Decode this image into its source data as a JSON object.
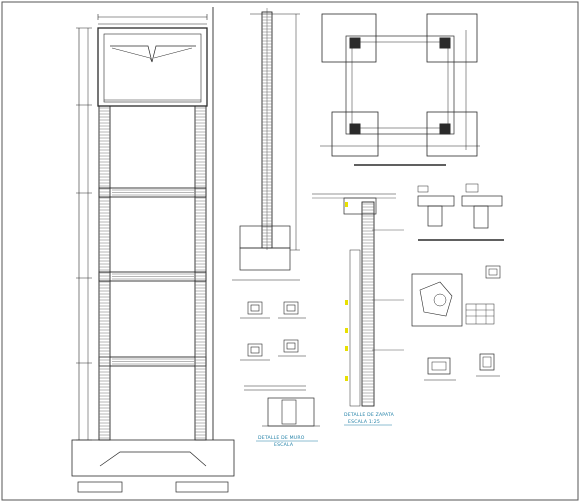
{
  "titles": {
    "wall_detail": "DETALLE DE MURO",
    "wall_detail_scale": "ESCALA",
    "foot_detail": "DETALLE DE ZAPATA",
    "foot_detail_scale": "ESCALA 1:25"
  },
  "colors": {
    "line": "#2b2b2b",
    "hatch": "#6e6e6e",
    "cyan_title": "#1f7fa6",
    "yellow_mark": "#e8e000",
    "border": "#555555"
  }
}
